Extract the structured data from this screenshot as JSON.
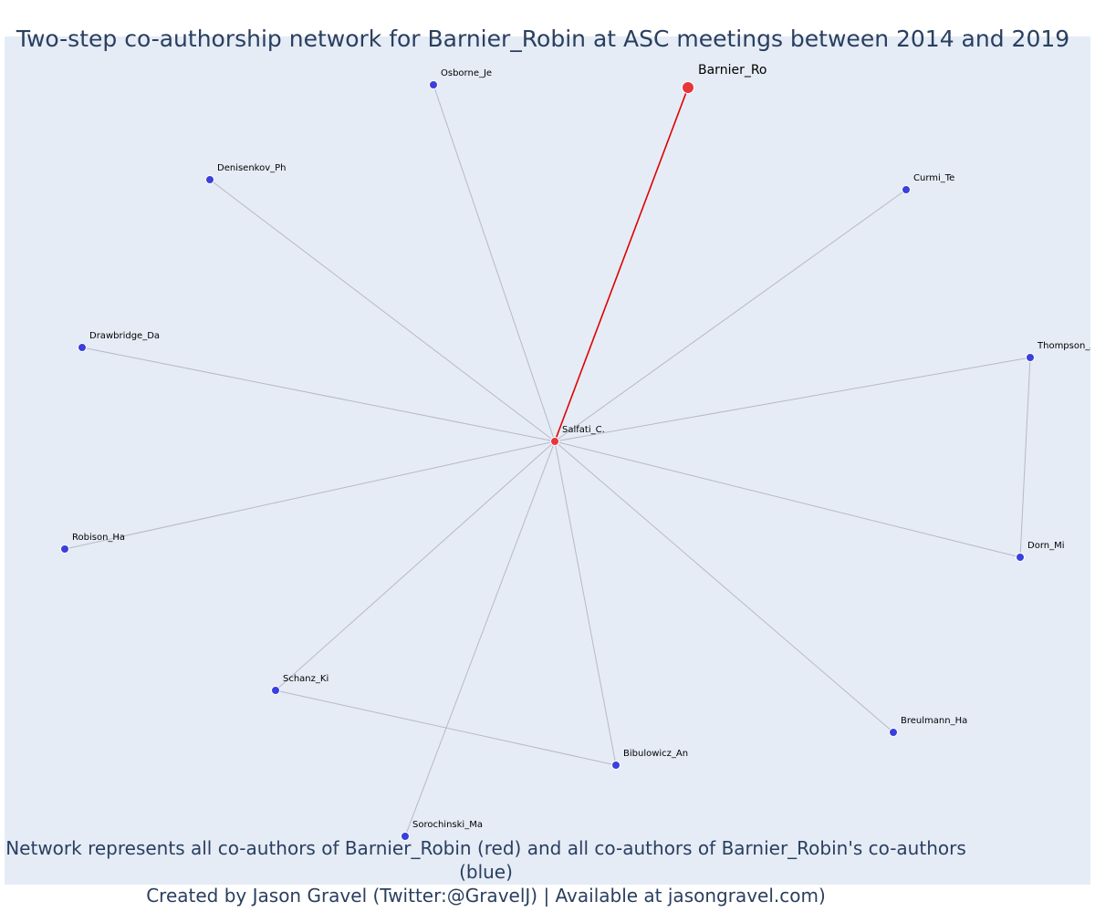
{
  "title": "Two-step co-authorship network for Barnier_Robin at ASC meetings between 2014 and 2019",
  "caption": {
    "line1": "Network represents all co-authors of Barnier_Robin (red) and all co-authors of Barnier_Robin's co-authors (blue)",
    "line2": "Created by Jason Gravel (Twitter:@GravelJ) | Available at jasongravel.com)"
  },
  "colors": {
    "focal": "#e8343a",
    "first_degree": "#e8343a",
    "second_degree": "#3b3fdc",
    "focal_edge": "#e00000",
    "edge": "#b8b8c8",
    "background": "#e5ecf6",
    "text": "#2a3f5f"
  },
  "nodes": [
    {
      "id": "barnier",
      "label": "Barnier_Ro",
      "group": "focal"
    },
    {
      "id": "salfati",
      "label": "Salfati_C.",
      "group": "first_degree"
    },
    {
      "id": "osborne",
      "label": "Osborne_Je",
      "group": "second_degree"
    },
    {
      "id": "denisenkov",
      "label": "Denisenkov_Ph",
      "group": "second_degree"
    },
    {
      "id": "curmi",
      "label": "Curmi_Te",
      "group": "second_degree"
    },
    {
      "id": "drawbridge",
      "label": "Drawbridge_Da",
      "group": "second_degree"
    },
    {
      "id": "thompson",
      "label": "Thompson_A",
      "group": "second_degree"
    },
    {
      "id": "robison",
      "label": "Robison_Ha",
      "group": "second_degree"
    },
    {
      "id": "dorn",
      "label": "Dorn_Mi",
      "group": "second_degree"
    },
    {
      "id": "schanz",
      "label": "Schanz_Ki",
      "group": "second_degree"
    },
    {
      "id": "breulmann",
      "label": "Breulmann_Ha",
      "group": "second_degree"
    },
    {
      "id": "bibulowicz",
      "label": "Bibulowicz_An",
      "group": "second_degree"
    },
    {
      "id": "sorochinski",
      "label": "Sorochinski_Ma",
      "group": "second_degree"
    }
  ],
  "edges": [
    {
      "source": "salfati",
      "target": "barnier",
      "type": "focal"
    },
    {
      "source": "salfati",
      "target": "osborne",
      "type": "normal"
    },
    {
      "source": "salfati",
      "target": "denisenkov",
      "type": "normal"
    },
    {
      "source": "salfati",
      "target": "curmi",
      "type": "normal"
    },
    {
      "source": "salfati",
      "target": "drawbridge",
      "type": "normal"
    },
    {
      "source": "salfati",
      "target": "thompson",
      "type": "normal"
    },
    {
      "source": "salfati",
      "target": "robison",
      "type": "normal"
    },
    {
      "source": "salfati",
      "target": "dorn",
      "type": "normal"
    },
    {
      "source": "salfati",
      "target": "schanz",
      "type": "normal"
    },
    {
      "source": "salfati",
      "target": "breulmann",
      "type": "normal"
    },
    {
      "source": "salfati",
      "target": "bibulowicz",
      "type": "normal"
    },
    {
      "source": "salfati",
      "target": "sorochinski",
      "type": "normal"
    },
    {
      "source": "thompson",
      "target": "dorn",
      "type": "normal"
    },
    {
      "source": "schanz",
      "target": "bibulowicz",
      "type": "normal"
    }
  ]
}
